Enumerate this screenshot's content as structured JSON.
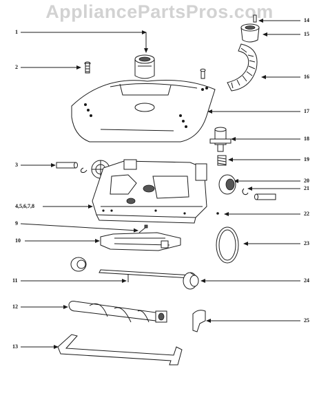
{
  "watermark": "AppliancePartsPros.com",
  "callouts": {
    "c1": "1",
    "c2": "2",
    "c3": "3",
    "c4": "4,5,6,7,8",
    "c9": "9",
    "c10": "10",
    "c11": "11",
    "c12": "12",
    "c13": "13",
    "c14": "14",
    "c15": "15",
    "c16": "16",
    "c17": "17",
    "c18": "18",
    "c19": "19",
    "c20": "20",
    "c21": "21",
    "c22": "22",
    "c23": "23",
    "c24": "24",
    "c25": "25"
  }
}
